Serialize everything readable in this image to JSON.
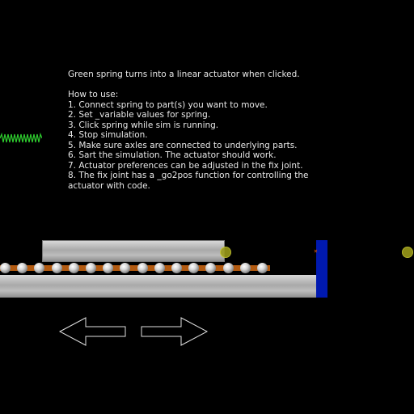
{
  "instructions": {
    "intro": "Green spring turns into a linear actuator when clicked.",
    "howto_heading": "How to use:",
    "steps": [
      "1. Connect spring to part(s) you want to move.",
      "2. Set _variable values for spring.",
      "3. Click spring while sim is running.",
      "4. Stop simulation.",
      "5. Make sure axles are connected to underlying parts.",
      "6. Sart the simulation. The actuator should work.",
      "7. Actuator preferences can be adjusted in the fix joint.",
      "8. The fix joint has a _go2pos function for controlling the",
      "actuator with code."
    ]
  },
  "scene": {
    "spring_icon": "green-spring-icon",
    "anchor_marker": "×",
    "colors": {
      "background": "#000000",
      "text": "#e8e8e8",
      "spring": "#2ecc2e",
      "rail": "#b25a10",
      "wall": "#0019b0",
      "joint": "#9a9a1a",
      "metal": "#b0b0b0"
    }
  },
  "controls": {
    "left_arrow_icon": "left-arrow-icon",
    "right_arrow_icon": "right-arrow-icon"
  }
}
